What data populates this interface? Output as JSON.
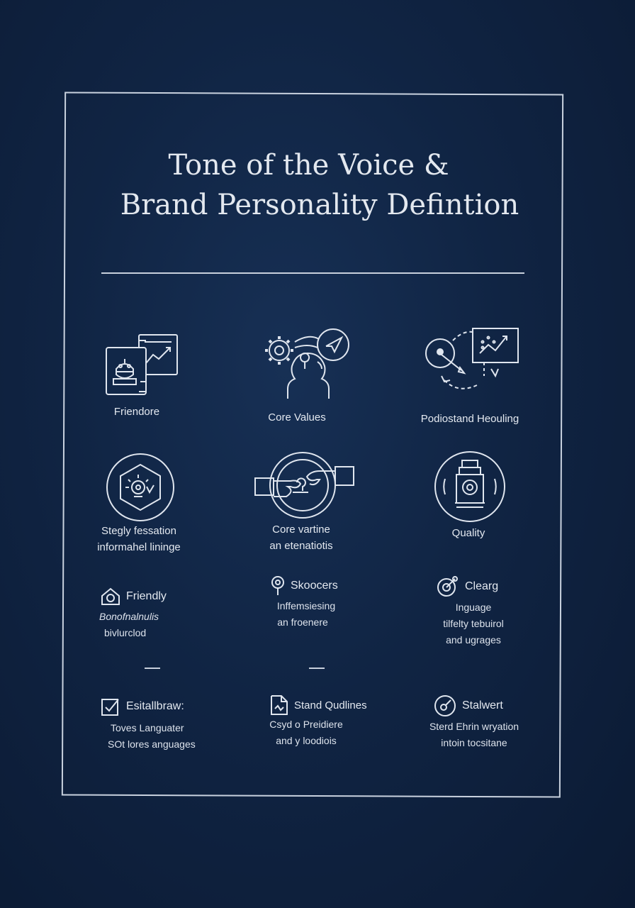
{
  "title": {
    "line1": "Tone of the Voice &",
    "line2": "Brand Personality Defintion"
  },
  "row1": [
    {
      "label": "Friendore",
      "icon": "documents-chart-icon"
    },
    {
      "label": "Core Values",
      "icon": "gear-head-chat-icon"
    },
    {
      "label": "Podiostand Heouling",
      "icon": "presentation-chart-icon"
    }
  ],
  "row2": [
    {
      "line1": "Stegly fessation",
      "line2": "informahel lininge",
      "icon": "hexagon-lightbulb-icon"
    },
    {
      "line1": "Core vartine",
      "line2": "an etenatiotis",
      "icon": "handshake-circle-icon"
    },
    {
      "line1": "Quality",
      "icon": "hydrant-circle-icon"
    }
  ],
  "row3": [
    {
      "heading": "Friendly",
      "line1": "Bonofnalnulis",
      "line2": "bivlurclod",
      "icon": "house-icon"
    },
    {
      "heading": "Skoocers",
      "line1": "Inffemsiesing",
      "line2": "an froenere",
      "icon": "map-pin-icon"
    },
    {
      "heading": "Clearg",
      "line1": "Inguage",
      "line2": "tilfelty tebuirol",
      "line3": "and ugrages",
      "icon": "target-circle-icon"
    }
  ],
  "row4": [
    {
      "heading": "Esitallbraw:",
      "line1": "Toves Languater",
      "line2": "SOt lores anguages",
      "icon": "checkbox-icon"
    },
    {
      "heading": "Stand Qudlines",
      "line1": "Csyd o Preidiere",
      "line2": "and y loodiois",
      "icon": "file-icon"
    },
    {
      "heading": "Stalwert",
      "line1": "Sterd Ehrin wryation",
      "line2": "intoin tocsitane",
      "icon": "compass-circle-icon"
    }
  ]
}
